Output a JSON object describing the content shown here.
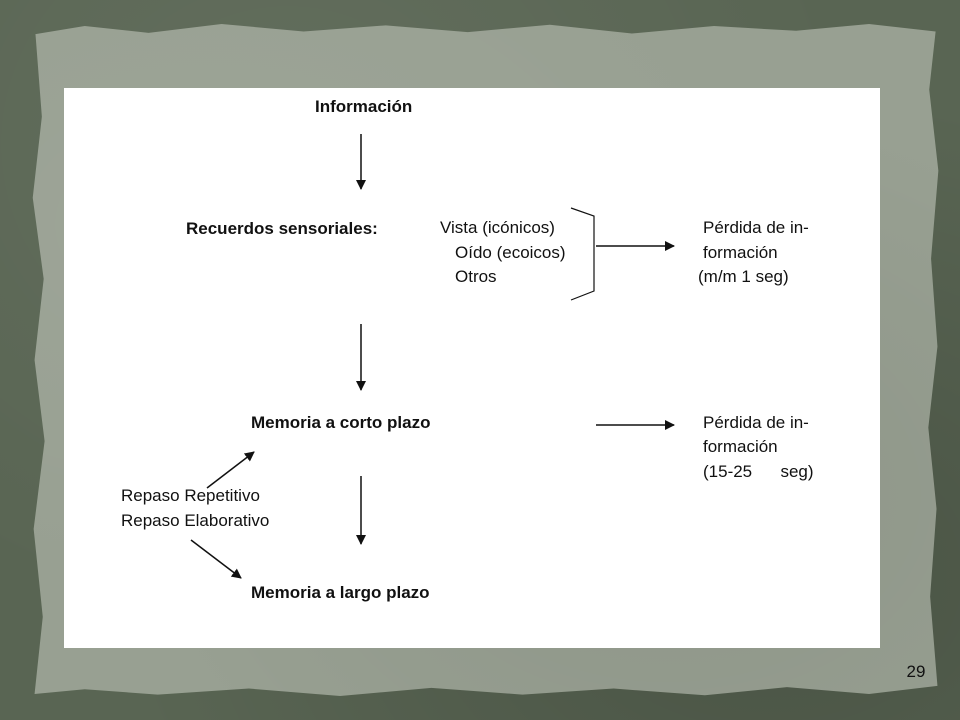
{
  "slide": {
    "top_node": "Información",
    "sensory": {
      "label": "Recuerdos sensoriales:",
      "items": [
        "Vista (icónicos)",
        "Oído  (ecoicos)",
        "Otros"
      ],
      "loss": [
        "Pérdida de in-",
        "formación",
        "(m/m 1 seg)"
      ]
    },
    "short_term": {
      "label": "Memoria a corto plazo",
      "loss": [
        "Pérdida de in-",
        "formación",
        "(15-25      seg)"
      ]
    },
    "rehearsal": [
      "Repaso Repetitivo",
      "Repaso Elaborativo"
    ],
    "long_term": {
      "label": "Memoria a largo plazo"
    }
  },
  "page_number": "29",
  "colors": {
    "outer_frame": "#596553",
    "torn_paper": "#98a092",
    "slide_background": "#ffffff",
    "text": "#111111"
  }
}
